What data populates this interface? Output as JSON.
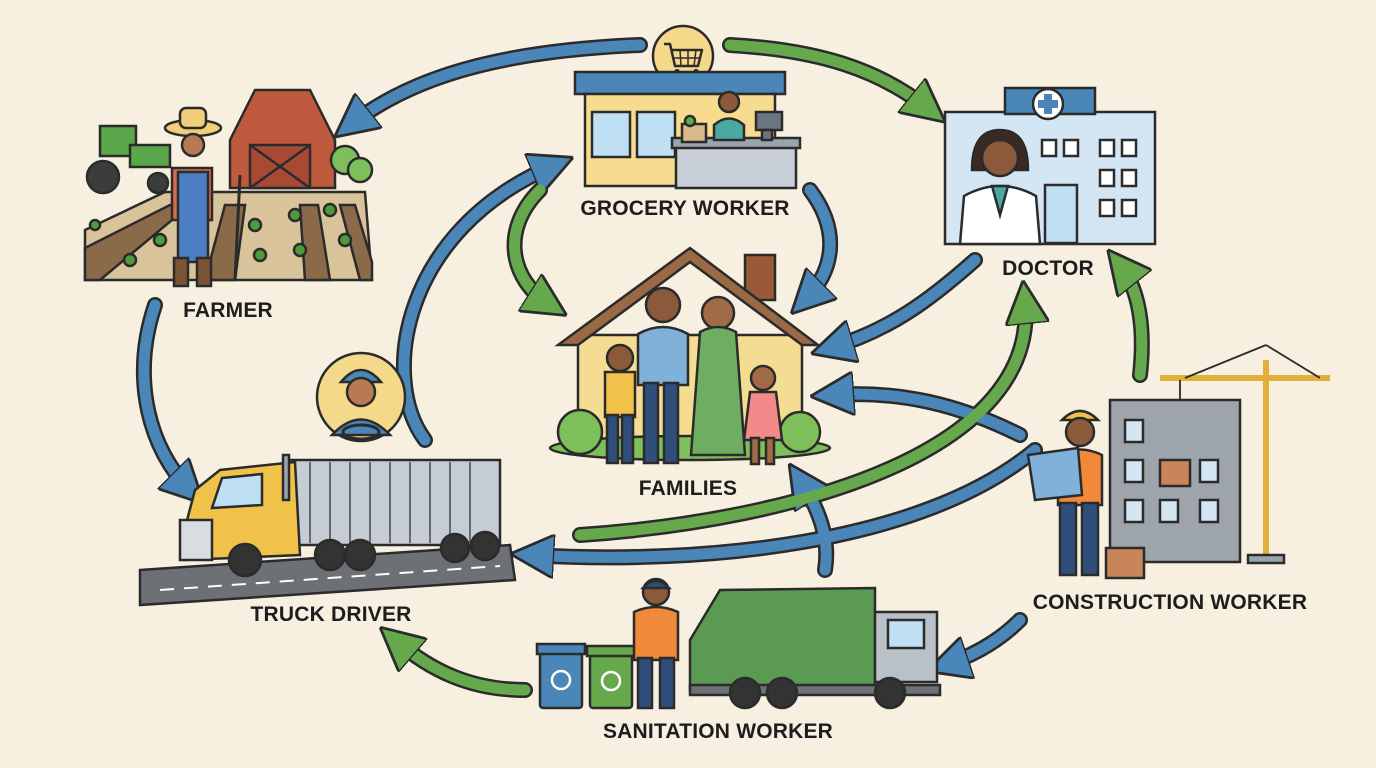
{
  "labels": {
    "grocery": "GROCERY WORKER",
    "farmer": "FARMER",
    "doctor": "DOCTOR",
    "families": "FAMILIES",
    "truck": "TRUCK DRIVER",
    "construction": "CONSTRUCTION WORKER",
    "sanitation": "SANITATION WORKER"
  },
  "colors": {
    "background": "#f7efe0",
    "arrow_blue": "#4a86b8",
    "arrow_green": "#66a84c",
    "outline": "#2b2b2b"
  },
  "icons": [
    "shopping-cart-icon",
    "recycle-icon",
    "medical-cross-icon",
    "steering-wheel-icon"
  ]
}
